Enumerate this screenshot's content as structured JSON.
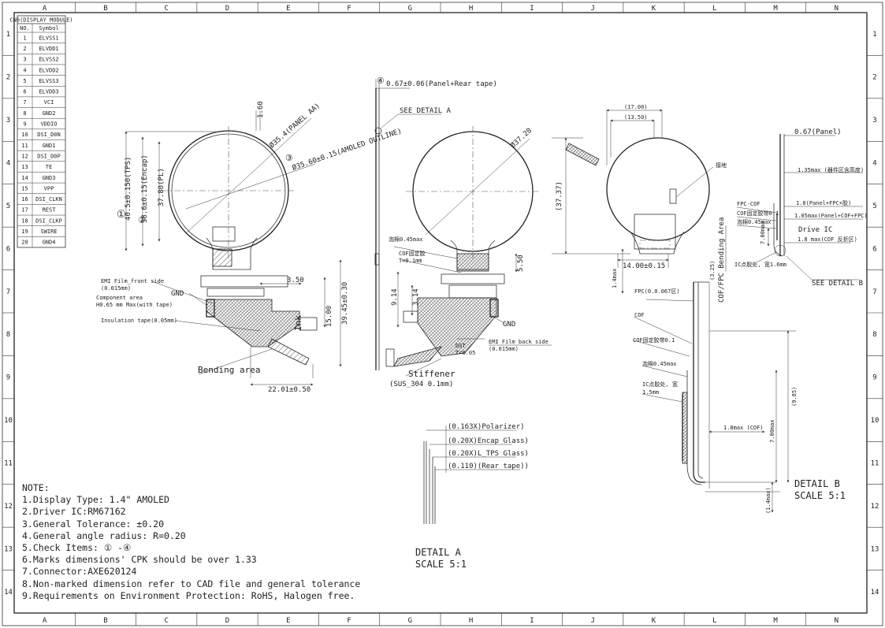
{
  "border": {
    "columns": [
      "A",
      "B",
      "C",
      "D",
      "E",
      "F",
      "G",
      "H",
      "I",
      "J",
      "K",
      "L",
      "M",
      "N"
    ],
    "rows": [
      "1",
      "2",
      "3",
      "4",
      "5",
      "6",
      "7",
      "8",
      "9",
      "10",
      "11",
      "12",
      "13",
      "14"
    ]
  },
  "pin_table": {
    "title": "CN6(DISPLAY MODULE)",
    "headers": [
      "NO.",
      "Symbol"
    ],
    "rows": [
      [
        "1",
        "ELVSS1"
      ],
      [
        "2",
        "ELVDD1"
      ],
      [
        "3",
        "ELVSS2"
      ],
      [
        "4",
        "ELVDD2"
      ],
      [
        "5",
        "ELVSS3"
      ],
      [
        "6",
        "ELVDD3"
      ],
      [
        "7",
        "VCI"
      ],
      [
        "8",
        "GND2"
      ],
      [
        "9",
        "VDDIO"
      ],
      [
        "10",
        "DSI_D0N"
      ],
      [
        "11",
        "GND1"
      ],
      [
        "12",
        "DSI_D0P"
      ],
      [
        "13",
        "TE"
      ],
      [
        "14",
        "GND3"
      ],
      [
        "15",
        "VPP"
      ],
      [
        "16",
        "DSI_CLKN"
      ],
      [
        "17",
        "REST"
      ],
      [
        "18",
        "DSI_CLKP"
      ],
      [
        "19",
        "SWIRE"
      ],
      [
        "20",
        "GND4"
      ]
    ]
  },
  "front_view": {
    "dim_top": "1.60",
    "dim_diag_outer": "Ø35.4(PANEL AA)",
    "dim_diag_inner": "Ø35.60±0.15(AMOLED OUTLINE)",
    "dim_vert_1": "40.5±0.150(TPS)",
    "dim_vert_2": "38.6±0.15(Encap)",
    "dim_vert_3": "37.80(PL)",
    "check_1": "①",
    "check_2": "②",
    "check_3": "③",
    "emi_front": "EMI Film_front side",
    "emi_front_sub": "(0.015mm)",
    "component_area": "Component area",
    "component_h": "H0.65 mm Max(with tape)",
    "gnd": "GND",
    "insulation": "Insulation tape(0.05mm)",
    "ink": "Ink",
    "bending": "Bending area",
    "dim_350": "3.50",
    "dim_1500": "15.00",
    "dim_3945": "39.45±0.30",
    "dim_2201": "22.01±0.50"
  },
  "side_view": {
    "check_4": "④",
    "thickness": "0.67±0.06(Panel+Rear tape)",
    "see_detail_a": "SEE DETAIL A"
  },
  "back_view": {
    "dia": "Ø37.20",
    "pad_label": "泡棉0.45max",
    "coat_label": "COF固定胶",
    "coat_sub": "T=0.1mm",
    "dim_550": "5.50",
    "dim_914": "9.14",
    "dim_314": "3.14",
    "gnd": "GND",
    "emi_back": "EMI Film back side",
    "emi_back_sub": "(0.015mm)",
    "dst": "DST",
    "dst_t": "T=0.05",
    "stiffener": "Stiffener",
    "stiffener_sub": "(SUS_304 0.1mm)"
  },
  "right_view": {
    "dim_1700": "(17.00)",
    "dim_1350": "(13.50)",
    "dim_3737": "(37.37)",
    "dim_1400": "14.00±0.15",
    "dim_14max": "1.4max",
    "label_cn": "接地",
    "cof_bending": "COF/FPC Bending Area",
    "dim_325": "(3.25)"
  },
  "detail_b": {
    "panel": "0.67(Panel)",
    "comp_height": "1.35max (器件区含高度)",
    "fpc_cof": "FPC-COF",
    "d1": "1.0(Panel+FPC+胶)",
    "cof_glue": "COF固定胶带0.1",
    "d2": "1.05max(Panel+COF+FPC)",
    "foam": "泡棉0.45max",
    "drive_ic": "Drive IC",
    "d3": "1.8 max(COF 反折区)",
    "d700": "7.00max",
    "ic_label": "IC点胶处, 宽1.6mm",
    "see_detail_b": "SEE DETAIL B",
    "lower_fpc": "FPC(0.0.067区)",
    "lower_cof": "COF",
    "lower_glue": "COF固定胶带0.1",
    "lower_foam": "泡棉0.45max",
    "lower_ic": "IC点胶处, 宽",
    "lower_ic2": "1.5mm",
    "lower_18": "1.8max (COF)",
    "lower_700": "7.00max",
    "lower_985": "(9.85)",
    "lower_14": "(1.4max)"
  },
  "detail_a_layers": {
    "l1": "(0.163X)Polarizer)",
    "l2": "(0.20X)Encap Glass)",
    "l3": "(0.20X)L_TPS Glass)",
    "l4": "(0.110)(Rear tape))"
  },
  "notes": {
    "title": "NOTE:",
    "lines": [
      "1.Display Type: 1.4\" AMOLED",
      "2.Driver IC:RM67162",
      "3.General Tolerance: ±0.20",
      "4.General angle radius: R=0.20",
      "5.Check Items: ① -④",
      "6.Marks dimensions' CPK should be over 1.33",
      "7.Connector:AXE620124",
      "8.Non-marked dimension refer to CAD file and general tolerance",
      "9.Requirements on Environment Protection: RoHS, Halogen free."
    ]
  },
  "detail_a_caption": {
    "line1": "DETAIL A",
    "line2": "SCALE 5:1"
  },
  "detail_b_caption": {
    "line1": "DETAIL B",
    "line2": "SCALE 5:1"
  }
}
